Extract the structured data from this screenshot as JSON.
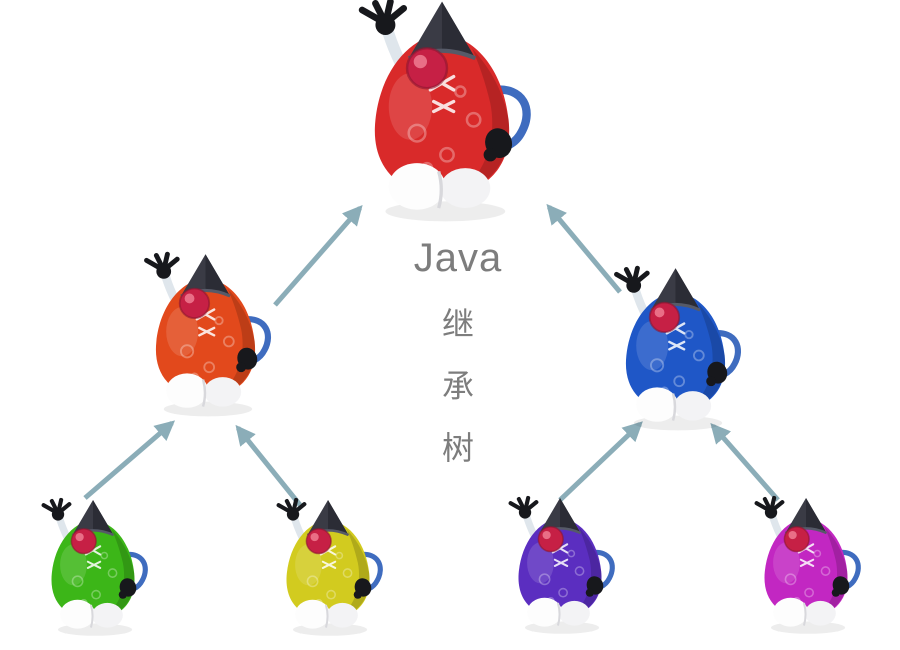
{
  "diagram": {
    "type": "tree",
    "title": {
      "latin": "Java",
      "chars": [
        "继",
        "承",
        "树"
      ]
    },
    "nodes": {
      "red": {
        "color": "#d92a2a"
      },
      "orange": {
        "color": "#e2491c"
      },
      "blue": {
        "color": "#1f57c7"
      },
      "green": {
        "color": "#3cb618"
      },
      "yellow": {
        "color": "#d2cb1f"
      },
      "purple": {
        "color": "#5b2ec0"
      },
      "magenta": {
        "color": "#c227c2"
      }
    },
    "edges": [
      {
        "from": "orange",
        "to": "red"
      },
      {
        "from": "blue",
        "to": "red"
      },
      {
        "from": "green",
        "to": "orange"
      },
      {
        "from": "yellow",
        "to": "orange"
      },
      {
        "from": "purple",
        "to": "blue"
      },
      {
        "from": "magenta",
        "to": "blue"
      }
    ],
    "colors": {
      "arrow": "#8badb8",
      "text": "#7d7d7d",
      "background": "#ffffff",
      "hat": "#3a3b45",
      "nose": "#c62045"
    }
  }
}
